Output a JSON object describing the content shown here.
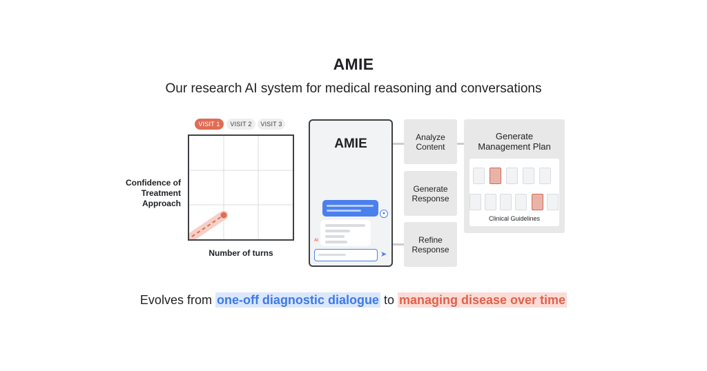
{
  "header": {
    "title": "AMIE",
    "subtitle": "Our research AI system for medical reasoning and conversations"
  },
  "visits": {
    "items": [
      "VISIT 1",
      "VISIT 2",
      "VISIT 3"
    ],
    "active_index": 0
  },
  "chart": {
    "y_label": "Confidence of Treatment Approach",
    "x_label": "Number of turns"
  },
  "phone": {
    "title": "AMIE",
    "ai_badge": "AI"
  },
  "process": {
    "analyze": "Analyze Content",
    "generate_response": "Generate Response",
    "refine_response": "Refine Response",
    "management_title": "Generate Management Plan",
    "guidelines_label": "Clinical Guidelines"
  },
  "footer": {
    "prefix": "Evolves from ",
    "highlight_blue": "one-off diagnostic dialogue",
    "middle": " to ",
    "highlight_red": "managing disease over time"
  },
  "colors": {
    "accent_red": "#e06c54",
    "accent_blue": "#4a80ee",
    "box_gray": "#e8e8e8"
  },
  "icons": {
    "user": "user-icon",
    "send": "send-icon",
    "document": "document-icon"
  }
}
